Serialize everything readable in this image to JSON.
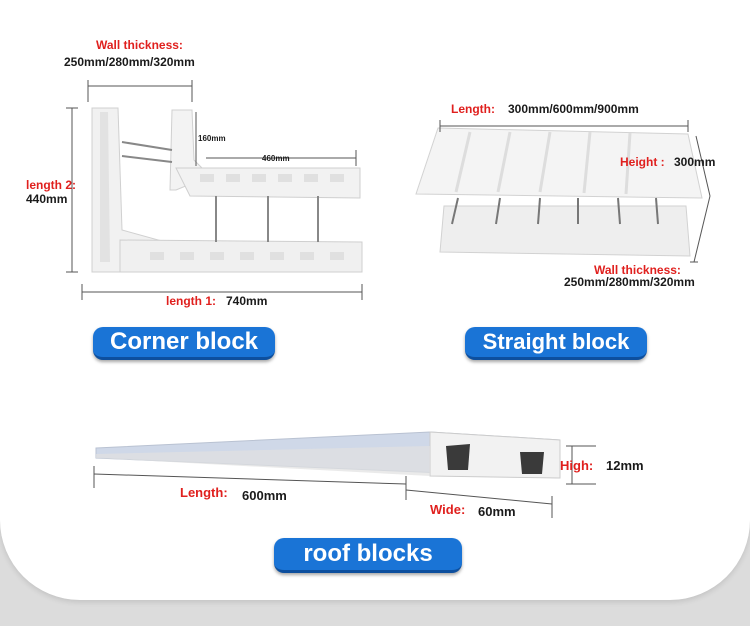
{
  "corner": {
    "wall_thickness_label": "Wall thickness:",
    "wall_thickness_value": "250mm/280mm/320mm",
    "length2_label": "length 2:",
    "length2_value": "440mm",
    "length1_label": "length 1:",
    "length1_value": "740mm",
    "dim_160": "160mm",
    "dim_460": "460mm",
    "title": "Corner block"
  },
  "straight": {
    "length_label": "Length:",
    "length_value": "300mm/600mm/900mm",
    "height_label": "Height :",
    "height_value": "300mm",
    "wall_thickness_label": "Wall thickness:",
    "wall_thickness_value": "250mm/280mm/320mm",
    "title": "Straight block"
  },
  "roof": {
    "high_label": "High:",
    "high_value": "12mm",
    "length_label": "Length:",
    "length_value": "600mm",
    "wide_label": "Wide:",
    "wide_value": "60mm",
    "title": "roof blocks"
  },
  "colors": {
    "label_red": "#e0201e",
    "pill_blue": "#1a74d6"
  }
}
